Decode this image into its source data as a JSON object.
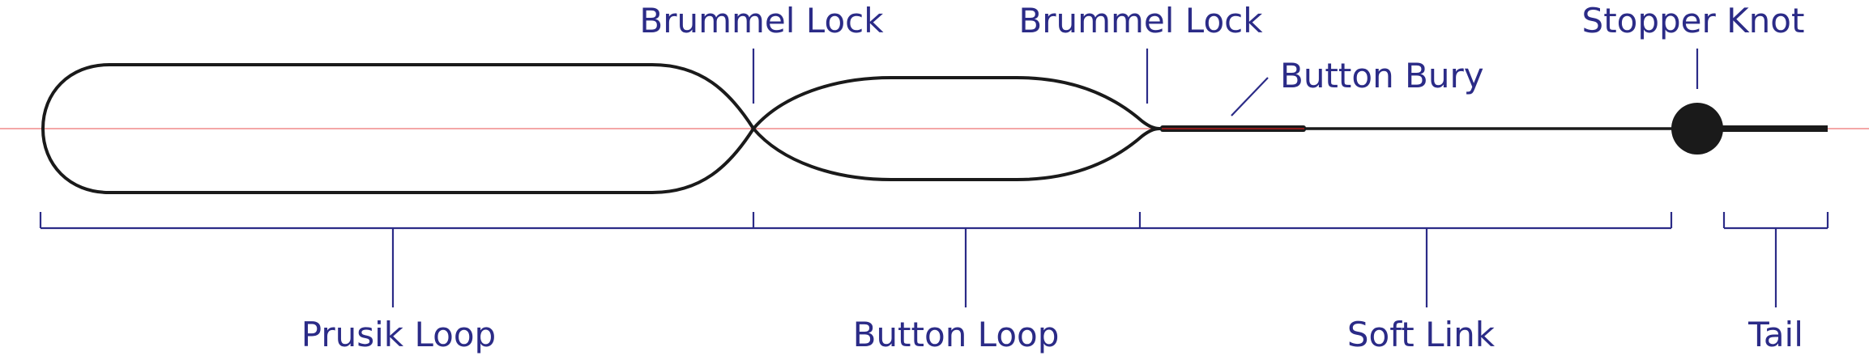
{
  "top_labels": {
    "brummel_lock_1": "Brummel Lock",
    "brummel_lock_2": "Brummel Lock",
    "button_bury": "Button Bury",
    "stopper_knot": "Stopper Knot"
  },
  "bottom_labels": {
    "prusik_loop": "Prusik Loop",
    "button_loop": "Button Loop",
    "soft_link": "Soft Link",
    "tail": "Tail"
  },
  "colors": {
    "label": "#2b2b87",
    "rope": "#1a1a1a",
    "centerline": "#f08a8a",
    "bury_core": "#8b1a1a"
  }
}
